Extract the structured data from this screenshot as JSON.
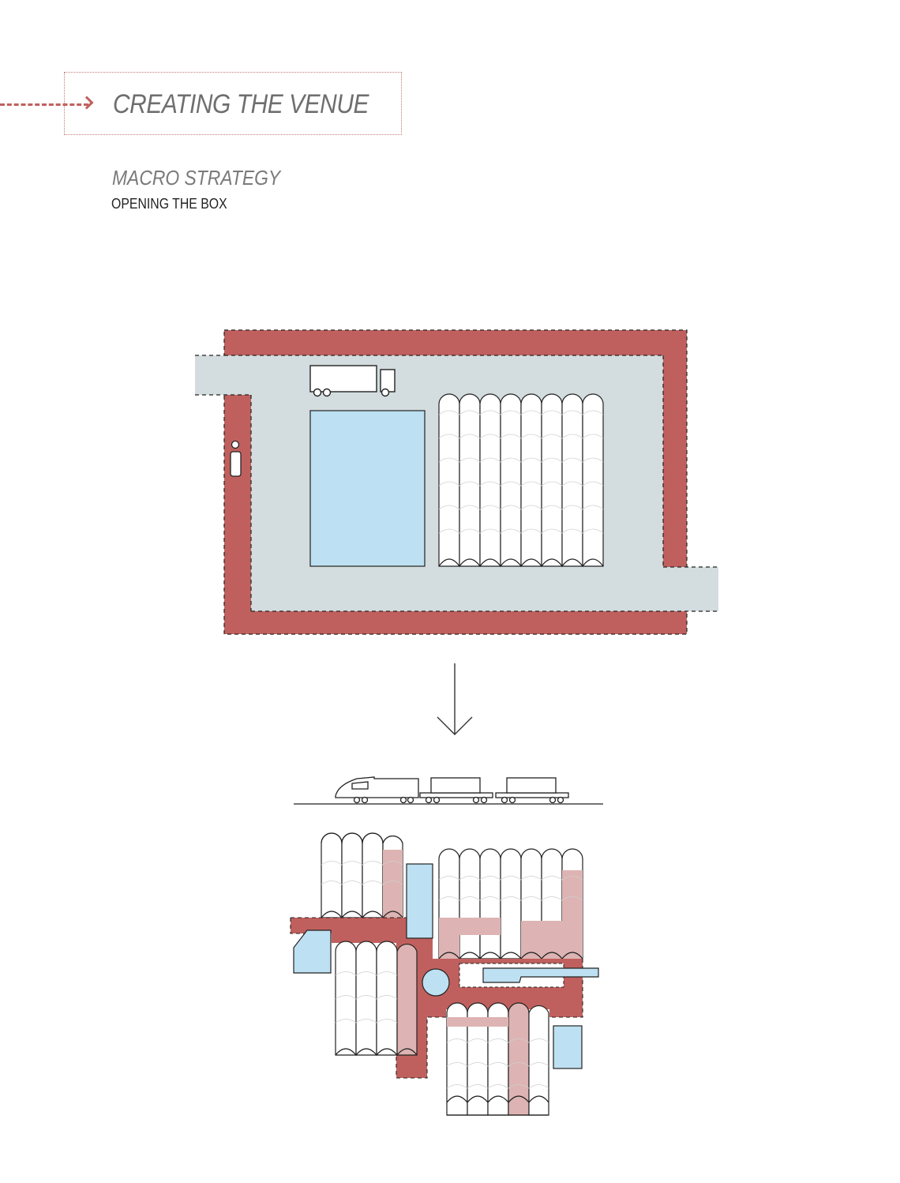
{
  "header": {
    "title": "CREATING THE VENUE",
    "section": "MACRO STRATEGY",
    "subtitle": "OPENING THE BOX"
  },
  "colors": {
    "accent": "#c0605e",
    "accent_light": "#ddb4b3",
    "circulation": "#d3dcde",
    "pool": "#bde0f2",
    "stroke": "#222222",
    "title_grey": "#6e6e6e"
  },
  "icons": {
    "arrow": "dashed-arrow-icon",
    "truck": "truck-icon",
    "person": "person-icon",
    "train": "train-icon",
    "down_arrow": "down-arrow-icon"
  }
}
